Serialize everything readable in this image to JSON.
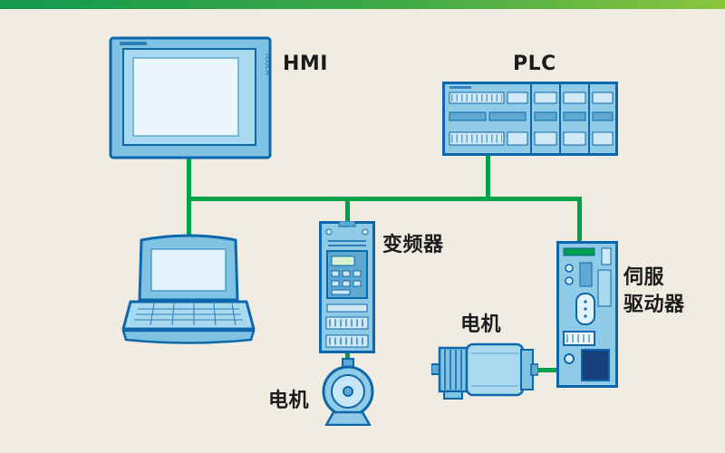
{
  "diagram": {
    "kind": "industrial-automation-network",
    "colors": {
      "background": "#f0ece2",
      "device_fill": "#8fcbe7",
      "device_fill_light": "#cfe9f7",
      "device_outline": "#0d68ab",
      "network_green": "#00a14b",
      "label_text": "#1c1c1c"
    },
    "nodes": {
      "hmi": {
        "label": "HMI",
        "badge": "TOUCH"
      },
      "plc": {
        "label": "PLC"
      },
      "laptop": {
        "label": ""
      },
      "vfd": {
        "label": "变频器"
      },
      "vfd_motor": {
        "label": "电机"
      },
      "servo_motor": {
        "label": "电机"
      },
      "servo_drive": {
        "label_line1": "伺服",
        "label_line2": "驱动器"
      }
    },
    "connections": [
      {
        "from": "hmi",
        "to": "network-bus"
      },
      {
        "from": "plc",
        "to": "network-bus"
      },
      {
        "from": "laptop",
        "to": "network-bus"
      },
      {
        "from": "vfd",
        "to": "network-bus"
      },
      {
        "from": "servo_drive",
        "to": "network-bus"
      },
      {
        "from": "vfd",
        "to": "vfd_motor"
      },
      {
        "from": "servo_motor",
        "to": "servo_drive"
      }
    ]
  }
}
